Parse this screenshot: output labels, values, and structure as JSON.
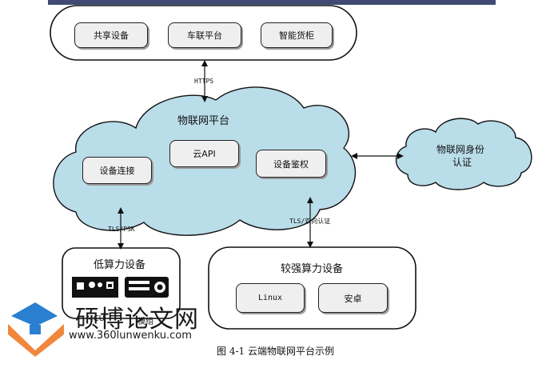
{
  "top_group": {
    "items": [
      "共享设备",
      "车联平台",
      "智能货柜"
    ]
  },
  "links": {
    "https": "HTTPS",
    "tls_psk": "TLS/PSK",
    "tls_mutual": "TLS/双向认证"
  },
  "cloud": {
    "title": "物联网平台",
    "items": [
      "设备连接",
      "云API",
      "设备鉴权"
    ]
  },
  "identity": {
    "line1": "物联网身份",
    "line2": "认证"
  },
  "low_power": {
    "title": "低算力设备",
    "items": [
      "MCU",
      "模组"
    ]
  },
  "high_power": {
    "title": "较强算力设备",
    "items": [
      "Linux",
      "安卓"
    ]
  },
  "watermark": {
    "title": "硕博论文网",
    "url": "www.360lunwenku.com"
  },
  "caption": "图 4-1 云端物联网平台示例",
  "colors": {
    "cloud_fill": "#b9dde9",
    "box_fill": "#efefef",
    "stroke": "#222222",
    "logo_blue": "#2a7fd1",
    "logo_orange": "#f07a28"
  }
}
